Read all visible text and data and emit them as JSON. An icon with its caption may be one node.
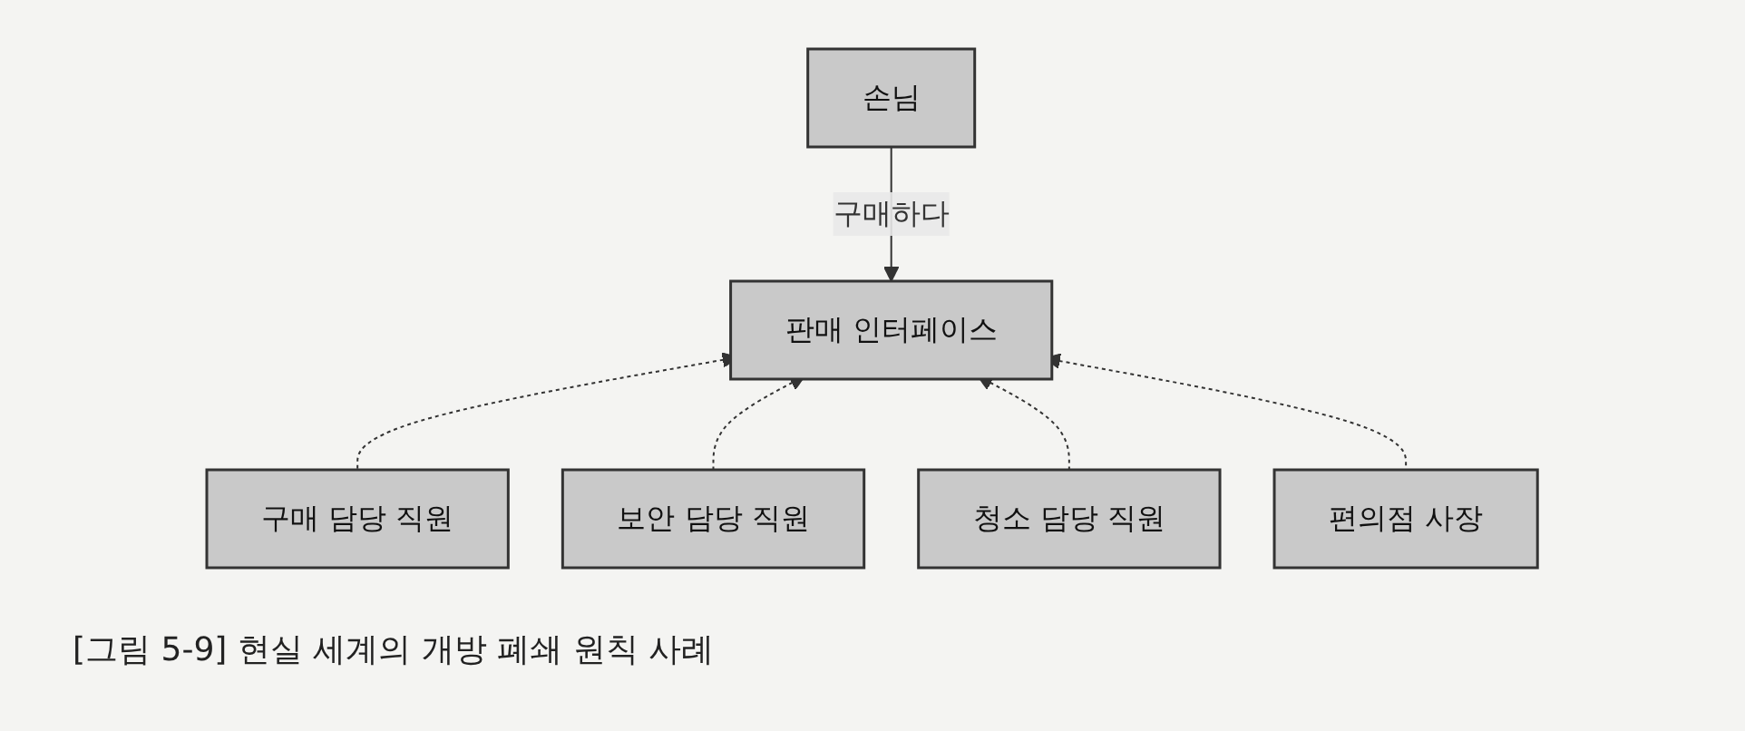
{
  "diagram": {
    "caption": "[그림 5-9] 현실 세계의 개방 폐쇄 원칙 사례",
    "nodes": [
      {
        "text": [
          "손님"
        ]
      },
      {
        "text": [
          "판매 인터페이스"
        ]
      },
      {
        "text": [
          "구매 담당 직원"
        ]
      },
      {
        "text": [
          "보안 담당 직원"
        ]
      },
      {
        "text": [
          "청소 담당 직원"
        ]
      },
      {
        "text": [
          "편의점 사장"
        ]
      }
    ],
    "edges": [
      {
        "from": 0,
        "to": 1,
        "arrow": "to",
        "label": "구매하다"
      },
      {
        "from": 2,
        "to": 1,
        "arrow": "to",
        "style": "dashed"
      },
      {
        "from": 3,
        "to": 1,
        "arrow": "to",
        "style": "dashed"
      },
      {
        "from": 4,
        "to": 1,
        "arrow": "to",
        "style": "dashed"
      },
      {
        "from": 5,
        "to": 1,
        "arrow": "to",
        "style": "dashed"
      }
    ]
  }
}
